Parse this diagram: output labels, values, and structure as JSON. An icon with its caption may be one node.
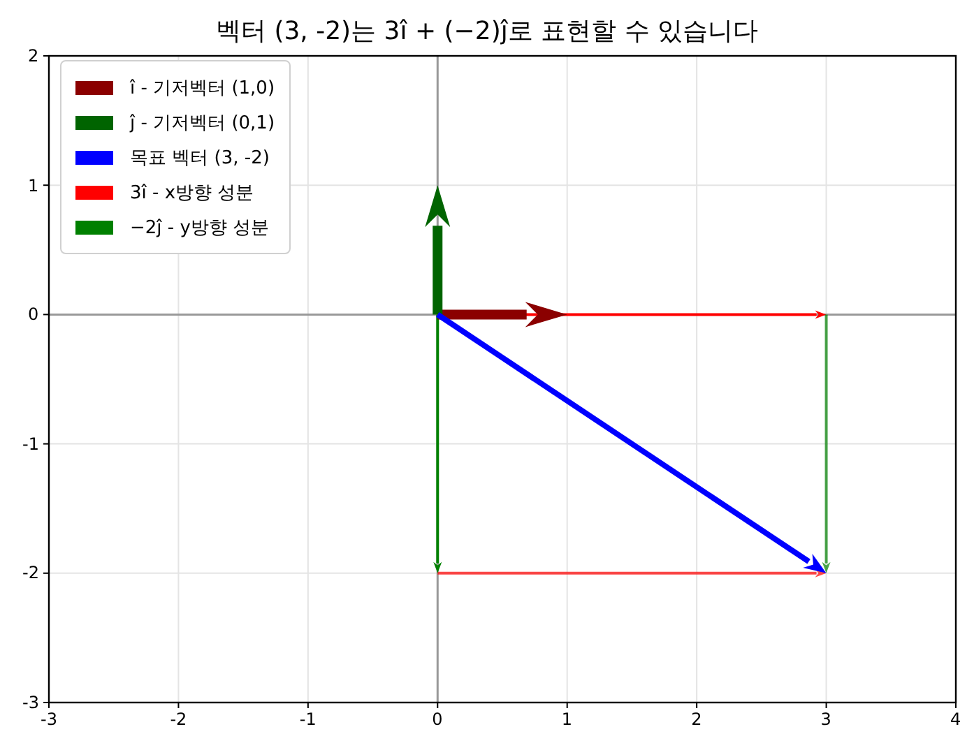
{
  "diagram": {
    "title": "벡터 (3, -2)는 3î + (−2)ĵ로 표현할 수 있습니다",
    "labels": [
      "2",
      "1",
      "0",
      "-1",
      "-2",
      "-3",
      "-3",
      "-2",
      "-1",
      "0",
      "1",
      "2",
      "3",
      "4"
    ],
    "legend": [
      {
        "text": "î - 기저벡터 (1,0)",
        "color": "#8b0000"
      },
      {
        "text": "ĵ - 기저벡터 (0,1)",
        "color": "#006400"
      },
      {
        "text": "목표 벡터 (3, -2)",
        "color": "#0000ff"
      },
      {
        "text": "3î - x방향 성분",
        "color": "#ff0000"
      },
      {
        "text": "−2ĵ - y방향 성분",
        "color": "#008000"
      }
    ]
  }
}
